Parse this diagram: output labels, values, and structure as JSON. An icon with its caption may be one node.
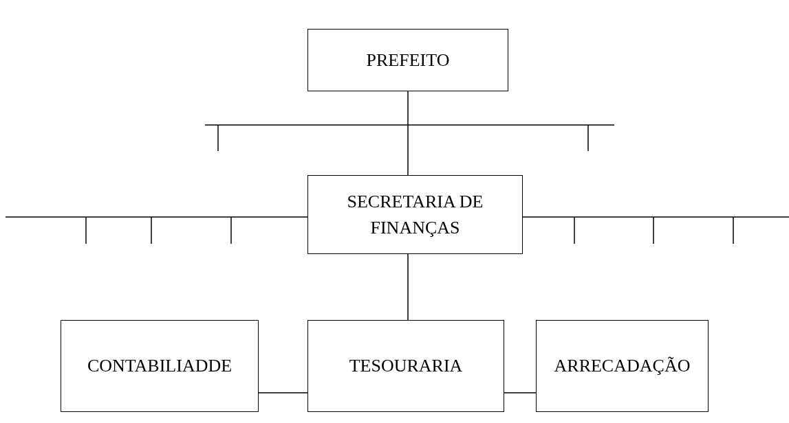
{
  "diagram": {
    "nodes": [
      {
        "text": [
          "PREFEITO"
        ]
      },
      {
        "text": [
          "SECRETARIA DE FINANÇAS"
        ]
      },
      {
        "text": [
          "CONTABILIADDE"
        ]
      },
      {
        "text": [
          "TESOURARIA"
        ]
      },
      {
        "text": [
          "ARRECADAÇÃO"
        ]
      }
    ],
    "edges": [
      {
        "from": 0,
        "to": 1,
        "arrow": "none"
      },
      {
        "from": 1,
        "to": null,
        "arrow": "none"
      },
      {
        "from": 1,
        "to": null,
        "arrow": "none"
      },
      {
        "from": 1,
        "to": 3,
        "arrow": "none"
      },
      {
        "from": 2,
        "to": 3,
        "arrow": "none"
      },
      {
        "from": 3,
        "to": 4,
        "arrow": "none"
      }
    ]
  }
}
